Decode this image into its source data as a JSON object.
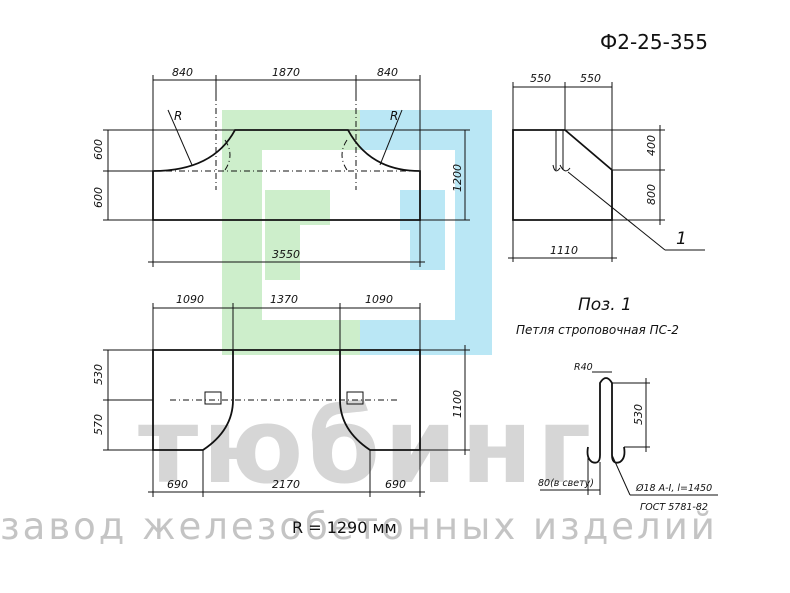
{
  "header": {
    "code": "Ф2-25-355"
  },
  "footer": {
    "radius": "R = 1290 мм"
  },
  "watermark": {
    "logo": "тюбинг",
    "tagline": "завод железобетонных изделий"
  },
  "top_view": {
    "dims_top": [
      "840",
      "1870",
      "840"
    ],
    "dim_bottom": "3550",
    "dims_left": [
      "600",
      "600"
    ],
    "dim_right": "1200",
    "radius_label": "R"
  },
  "plan_view": {
    "dims_top": [
      "1090",
      "1370",
      "1090"
    ],
    "dims_bottom": [
      "690",
      "2170",
      "690"
    ],
    "dims_left": [
      "530",
      "570"
    ],
    "dim_right": "1100"
  },
  "side_view": {
    "dims_top": [
      "550",
      "550"
    ],
    "dim_bottom": "1110",
    "dims_right": [
      "400",
      "800"
    ],
    "callout": "1"
  },
  "loop_detail": {
    "title": "Поз. 1",
    "subtitle": "Петля строповочная ПС-2",
    "radius": "R40",
    "height": "530",
    "gap": "80(в свету)",
    "spec": "Ø18 A-I, l=1450",
    "standard": "ГОСТ 5781-82"
  },
  "colors": {
    "logo_green": "#c8ecc5",
    "logo_blue": "#aee3f3",
    "watermark_grey": "#cfcfcf",
    "line": "#111111"
  }
}
